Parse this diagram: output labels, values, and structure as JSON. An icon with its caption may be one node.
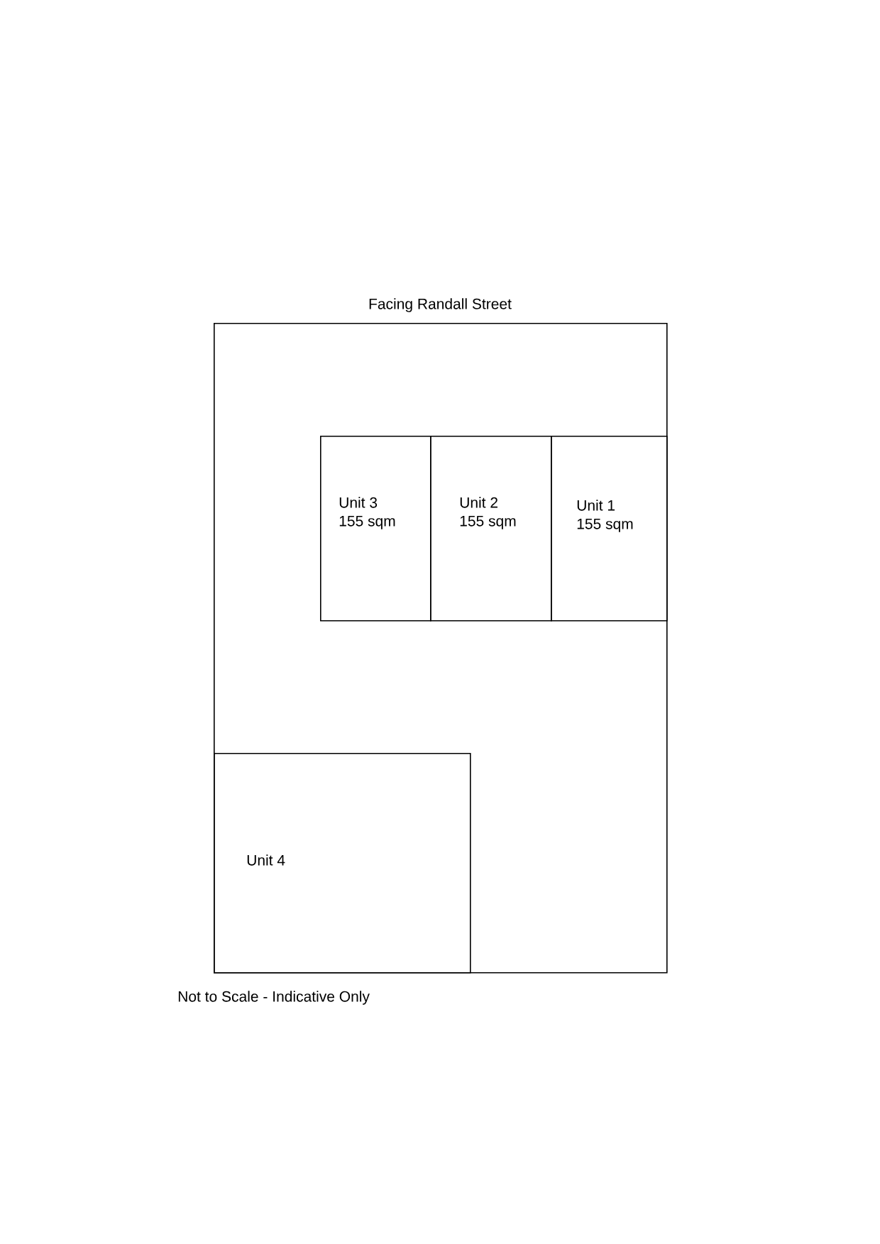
{
  "diagram": {
    "title": "Facing Randall Street",
    "caption": "Not to Scale - Indicative Only",
    "nodes": [
      {
        "text": [],
        "shape": "box"
      },
      {
        "text": [
          "Unit 3",
          "155 sqm"
        ],
        "in": 0
      },
      {
        "text": [
          "Unit 2",
          "155 sqm"
        ],
        "in": 0
      },
      {
        "text": [
          "Unit 1",
          "155 sqm"
        ],
        "in": 0
      },
      {
        "text": [
          "Unit 4"
        ],
        "in": 0
      }
    ]
  }
}
